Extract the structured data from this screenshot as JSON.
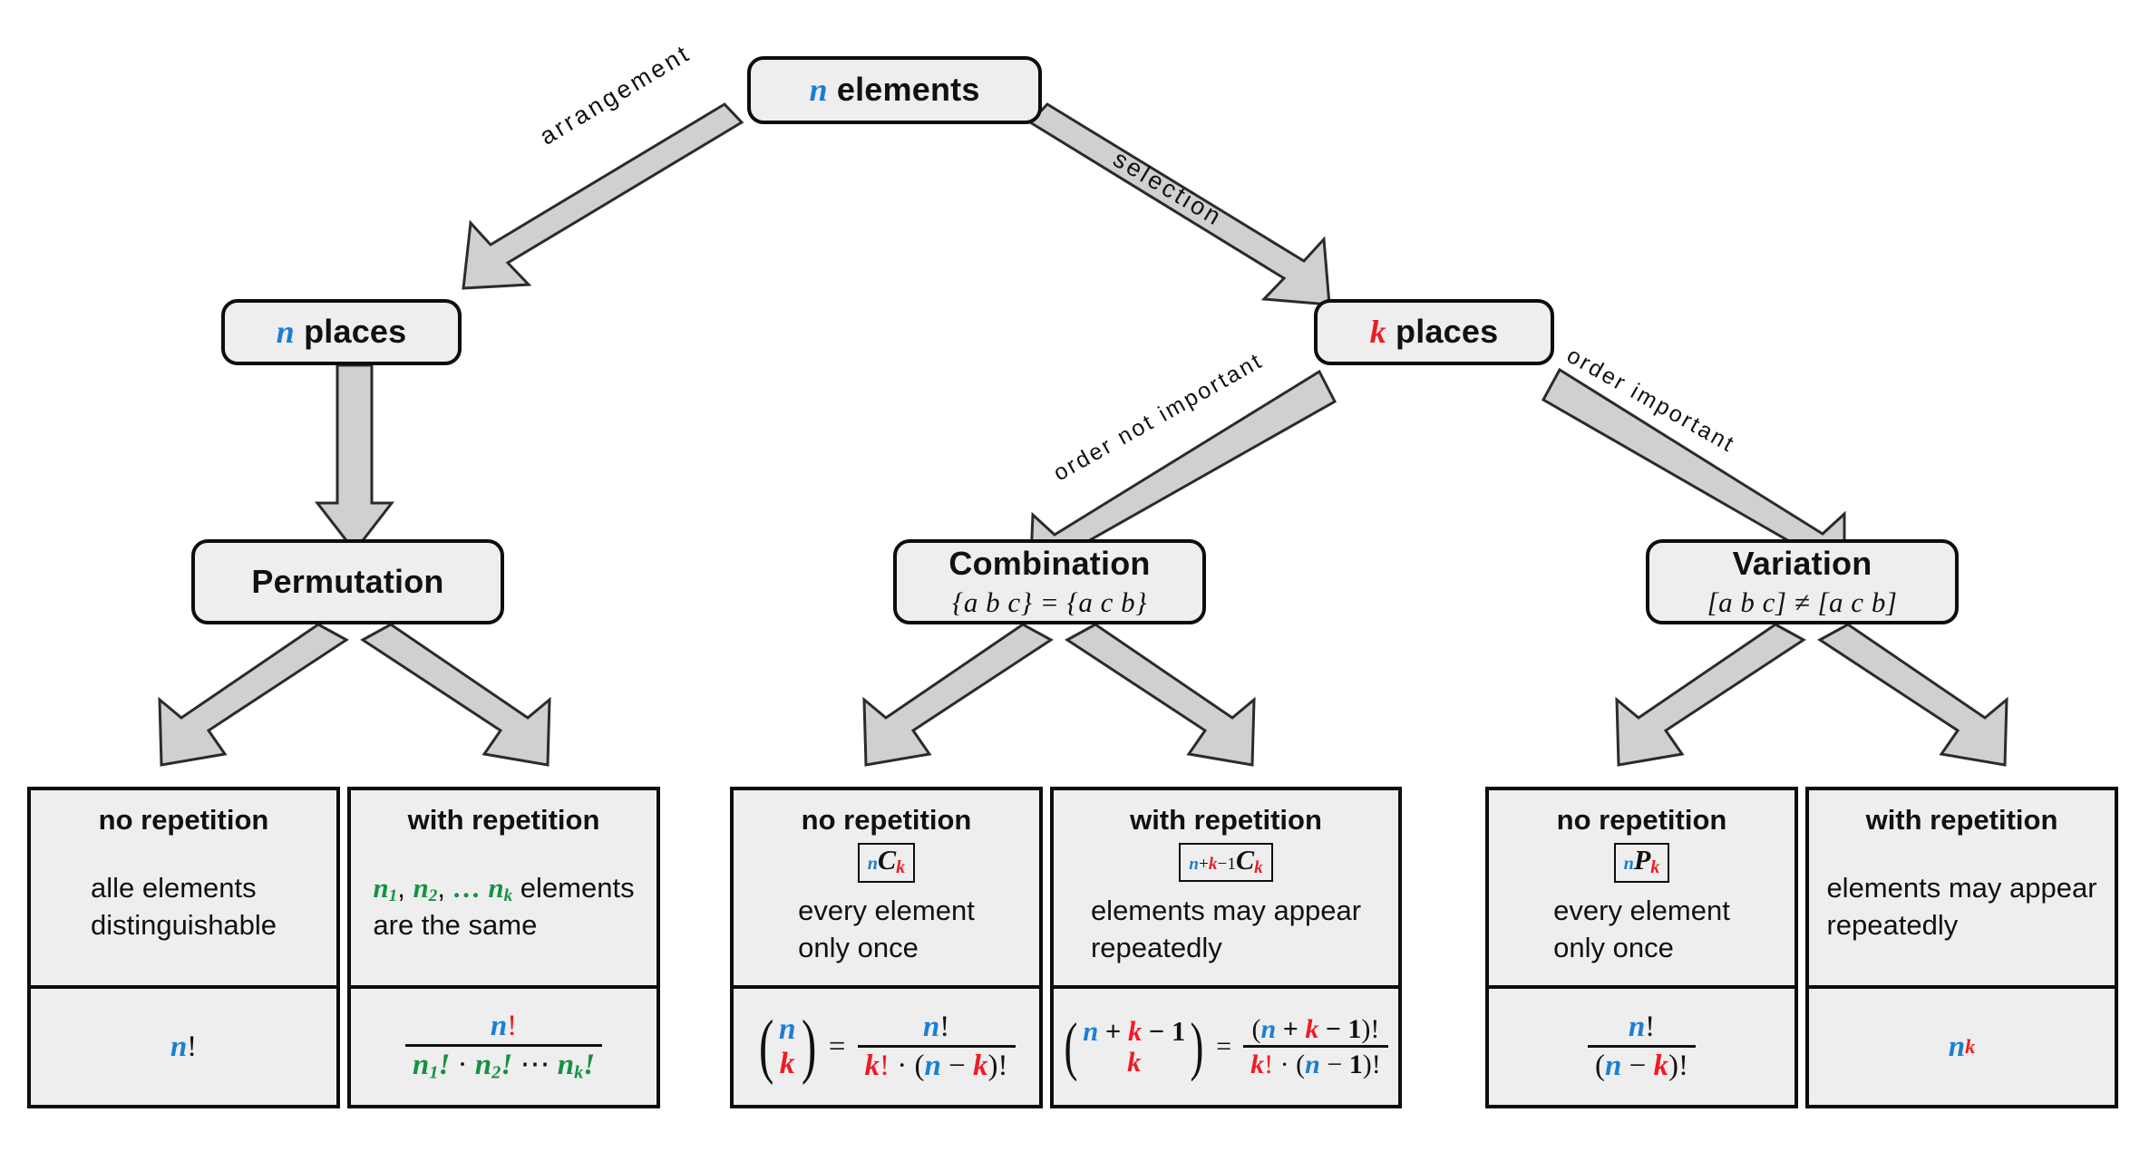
{
  "diagram": {
    "title": "Combinatorics decision tree",
    "colors": {
      "n": "#1a7fd4",
      "k": "#ee1c25",
      "green": "#149244",
      "box_fill": "#eeeeee",
      "box_stroke": "#0d0d0d",
      "arrow_fill": "#d0d0d0"
    }
  },
  "nodes": {
    "root": {
      "title_prefix": "n",
      "title_rest": " elements"
    },
    "n_places": {
      "title_prefix": "n",
      "title_rest": " places"
    },
    "k_places": {
      "title_prefix": "k",
      "title_rest": " places"
    },
    "permutation": {
      "title": "Permutation",
      "sub": ""
    },
    "combination": {
      "title": "Combination",
      "sub": "{a b c} = {a c b}"
    },
    "variation": {
      "title": "Variation",
      "sub": "[a b c] ≠ [a c b]"
    }
  },
  "edge_labels": {
    "arrangement": "arrangement",
    "selection": "selection",
    "order_not_important": "order not important",
    "order_important": "order important"
  },
  "leaves": [
    {
      "id": "perm-no-rep",
      "head": "no repetition",
      "symbol": "",
      "desc": "alle elements\ndistinguishable",
      "formula": "n!"
    },
    {
      "id": "perm-with-rep",
      "head": "with repetition",
      "symbol": "",
      "desc": "n1, n2, ... nk elements\nare the same",
      "formula": "n! / (n1! · n2! ··· nk!)"
    },
    {
      "id": "comb-no-rep",
      "head": "no repetition",
      "symbol": "nCk",
      "desc": "every element\nonly once",
      "formula": "(n over k) = n! / (k! · (n − k)!)"
    },
    {
      "id": "comb-with-rep",
      "head": "with repetition",
      "symbol": "n+k−1Ck",
      "desc": "elements may appear\nrepeatedly",
      "formula": "(n + k − 1 over k) = (n + k − 1)! / (k! · (n − 1)!)"
    },
    {
      "id": "var-no-rep",
      "head": "no repetition",
      "symbol": "nPk",
      "desc": "every element\nonly once",
      "formula": "n! / (n − k)!"
    },
    {
      "id": "var-with-rep",
      "head": "with repetition",
      "symbol": "",
      "desc": "elements may appear\nrepeatedly",
      "formula": "n^k"
    }
  ],
  "text_fragments": {
    "no_repetition": "no repetition",
    "with_repetition": "with repetition",
    "alle_elements": "alle elements",
    "distinguishable": "distinguishable",
    "are_the_same": "are the same",
    "elements_word": " elements",
    "every_element": "every element",
    "only_once": "only once",
    "elements_may_appear": "elements may appear",
    "repeatedly": "repeatedly"
  }
}
